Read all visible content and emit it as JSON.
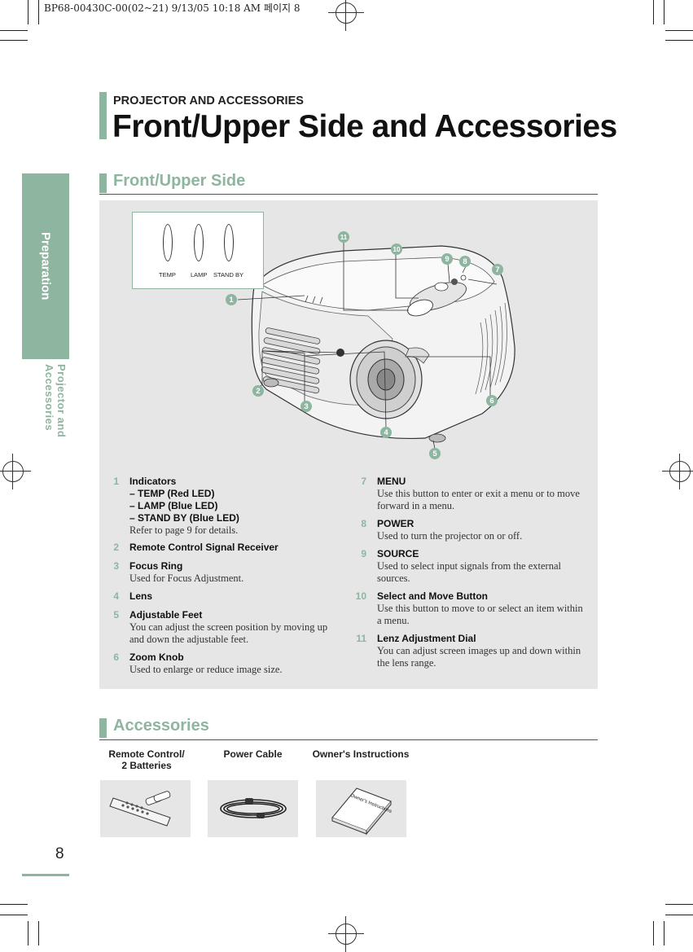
{
  "print_header": "BP68-00430C-00(02~21)  9/13/05  10:18 AM 페이지 8",
  "sidebar": {
    "tab_label": "Preparation",
    "subsection": "Projector and Accessories"
  },
  "page_number": "8",
  "page": {
    "supertitle": "PROJECTOR AND ACCESSORIES",
    "title": "Front/Upper Side and Accessories"
  },
  "front_section": {
    "heading": "Front/Upper Side",
    "indicator_labels": [
      "TEMP",
      "LAMP",
      "STAND BY"
    ],
    "callouts": [
      "1",
      "2",
      "3",
      "4",
      "5",
      "6",
      "7",
      "8",
      "9",
      "10",
      "11"
    ],
    "items_left": [
      {
        "num": "1",
        "title": "Indicators",
        "subs": [
          "– TEMP (Red LED)",
          "– LAMP (Blue LED)",
          "– STAND BY (Blue LED)"
        ],
        "desc": "Refer to page 9 for details."
      },
      {
        "num": "2",
        "title": "Remote Control Signal Receiver",
        "subs": [],
        "desc": ""
      },
      {
        "num": "3",
        "title": "Focus Ring",
        "subs": [],
        "desc": "Used for Focus Adjustment."
      },
      {
        "num": "4",
        "title": "Lens",
        "subs": [],
        "desc": ""
      },
      {
        "num": "5",
        "title": "Adjustable Feet",
        "subs": [],
        "desc": "You can adjust the screen position by moving up and down the adjustable feet."
      },
      {
        "num": "6",
        "title": "Zoom Knob",
        "subs": [],
        "desc": "Used to enlarge or reduce image size."
      }
    ],
    "items_right": [
      {
        "num": "7",
        "title": "MENU",
        "desc": "Use this button to enter or exit a menu or to move forward in a menu."
      },
      {
        "num": "8",
        "title": "POWER",
        "desc": "Used to turn the projector on or off."
      },
      {
        "num": "9",
        "title": "SOURCE",
        "desc": "Used to select input signals from the external sources."
      },
      {
        "num": "10",
        "title": "Select and Move Button",
        "desc": "Use this button to move to or select an item within a menu."
      },
      {
        "num": "11",
        "title": "Lenz Adjustment Dial",
        "desc": "You can adjust screen images up and down within the lens range."
      }
    ]
  },
  "accessories": {
    "heading": "Accessories",
    "items": [
      {
        "label_line1": "Remote Control/",
        "label_line2": "2 Batteries",
        "icon": "remote-control-icon"
      },
      {
        "label_line1": "Power Cable",
        "label_line2": "",
        "icon": "power-cable-icon"
      },
      {
        "label_line1": "Owner's Instructions",
        "label_line2": "",
        "icon": "manual-icon"
      }
    ],
    "manual_cover_text": "Owner's Instructions"
  },
  "colors": {
    "accent_green": "#8eb59f",
    "panel_grey": "#e6e6e6"
  }
}
